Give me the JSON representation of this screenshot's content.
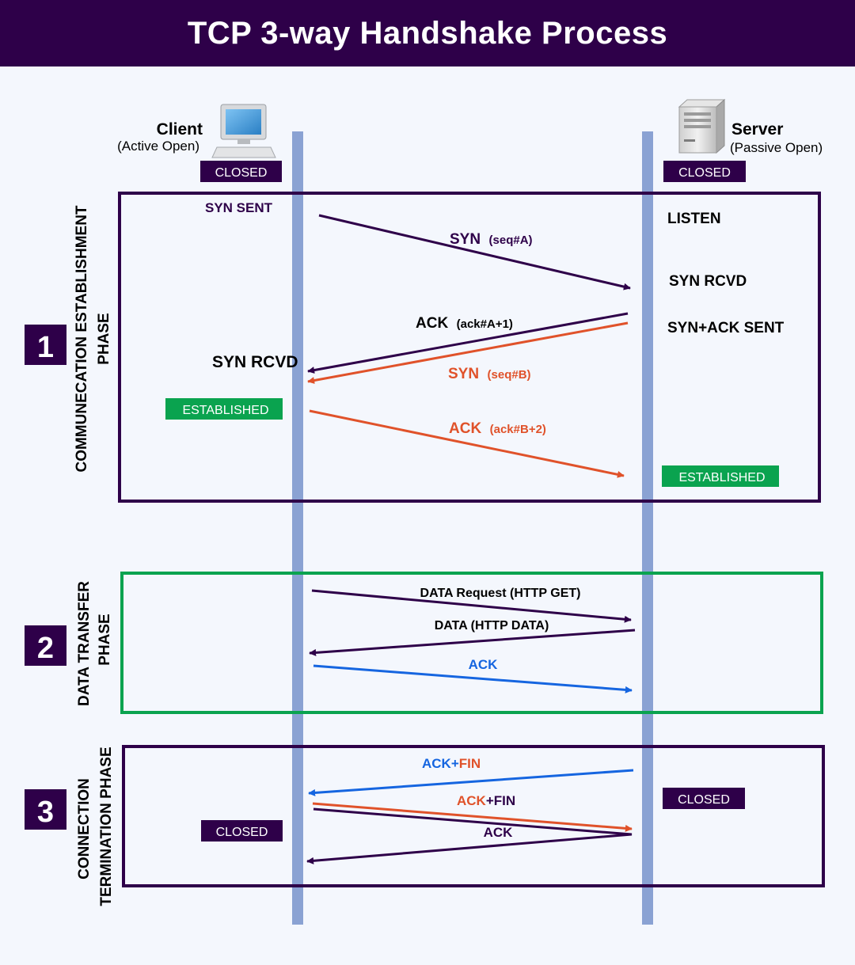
{
  "title": "TCP 3-way Handshake Process",
  "colors": {
    "header_bg": "#2e0049",
    "dark_purple": "#2e0049",
    "orange": "#e0522a",
    "blue": "#1565e0",
    "green": "#0aa34f",
    "lifeline": "#8aa2d3"
  },
  "client": {
    "name": "Client",
    "mode": "(Active Open)",
    "icon": "desktop-computer-icon"
  },
  "server": {
    "name": "Server",
    "mode": "(Passive Open)",
    "icon": "server-tower-icon"
  },
  "badges": {
    "client_closed_top": "CLOSED",
    "server_closed_top": "CLOSED",
    "client_established": "ESTABLISHED",
    "server_established": "ESTABLISHED",
    "server_closed_bottom": "CLOSED",
    "client_closed_bottom": "CLOSED"
  },
  "states": {
    "syn_sent": "SYN SENT",
    "listen": "LISTEN",
    "server_syn_rcvd": "SYN RCVD",
    "syn_ack_sent": "SYN+ACK SENT",
    "client_syn_rcvd": "SYN RCVD"
  },
  "phases": [
    {
      "number": "1",
      "label_line1": "COMMUNECATION ESTABLISHMENT",
      "label_line2": "PHASE"
    },
    {
      "number": "2",
      "label_line1": "DATA TRANSFER",
      "label_line2": "PHASE"
    },
    {
      "number": "3",
      "label_line1": "CONNECTION",
      "label_line2": "TERMINATION PHASE"
    }
  ],
  "messages": {
    "syn_a": {
      "main": "SYN",
      "detail": "(seq#A)"
    },
    "ack_a1": {
      "main": "ACK",
      "detail": "(ack#A+1)"
    },
    "syn_b": {
      "main": "SYN",
      "detail": "(seq#B)"
    },
    "ack_b2": {
      "main": "ACK",
      "detail": "(ack#B+2)"
    },
    "data_request": "DATA Request (HTTP GET)",
    "data_response": "DATA (HTTP DATA)",
    "data_ack": "ACK",
    "fin1": {
      "ack": "ACK",
      "plus": "+",
      "fin": "FIN"
    },
    "fin2": {
      "ack": "ACK",
      "plus": "+",
      "fin": "FIN"
    },
    "final_ack": "ACK"
  }
}
